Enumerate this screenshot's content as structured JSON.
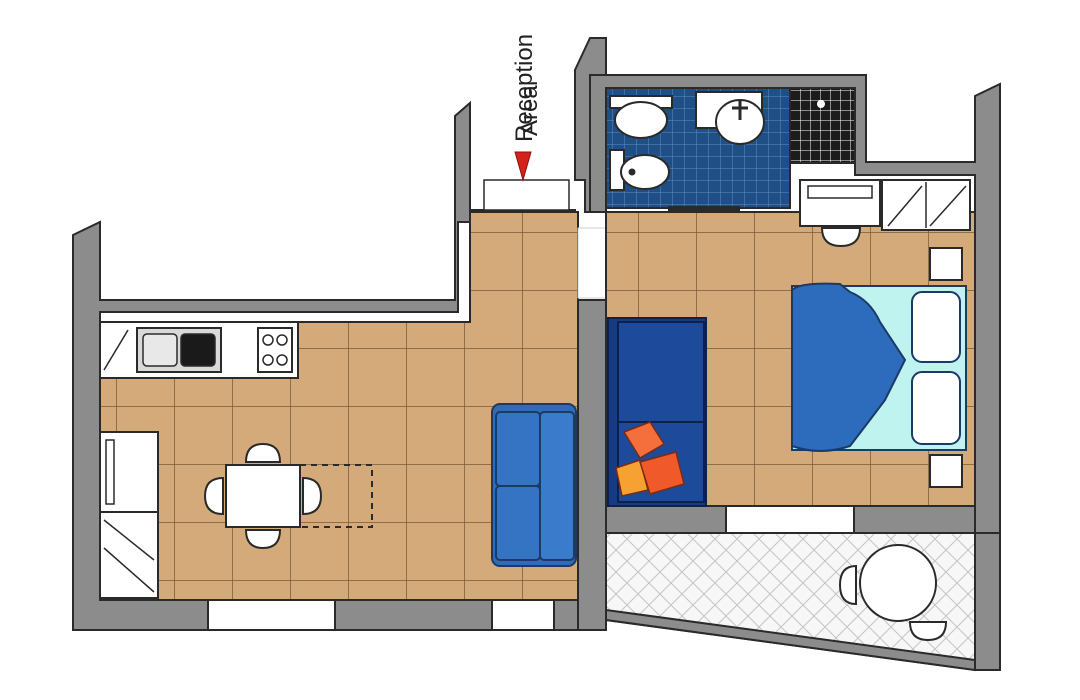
{
  "labels": {
    "reception_line1": "Reception",
    "reception_line2": "Area"
  },
  "icons": {
    "entry_arrow": "red-triangle-arrow"
  },
  "colors": {
    "wall": "#8c8c8c",
    "wall_outline": "#2a2a2a",
    "floor": "#d4aa7a",
    "floor_grid": "#7a5a36",
    "tile": "#1f4f85",
    "sofa": "#2e6cb5",
    "sofabed": "#173b83",
    "bed_cover": "#2d6bbd",
    "bed_sheet": "#bff3f0",
    "cushion": "#f46f3c",
    "entry_arrow": "#d4211a"
  }
}
